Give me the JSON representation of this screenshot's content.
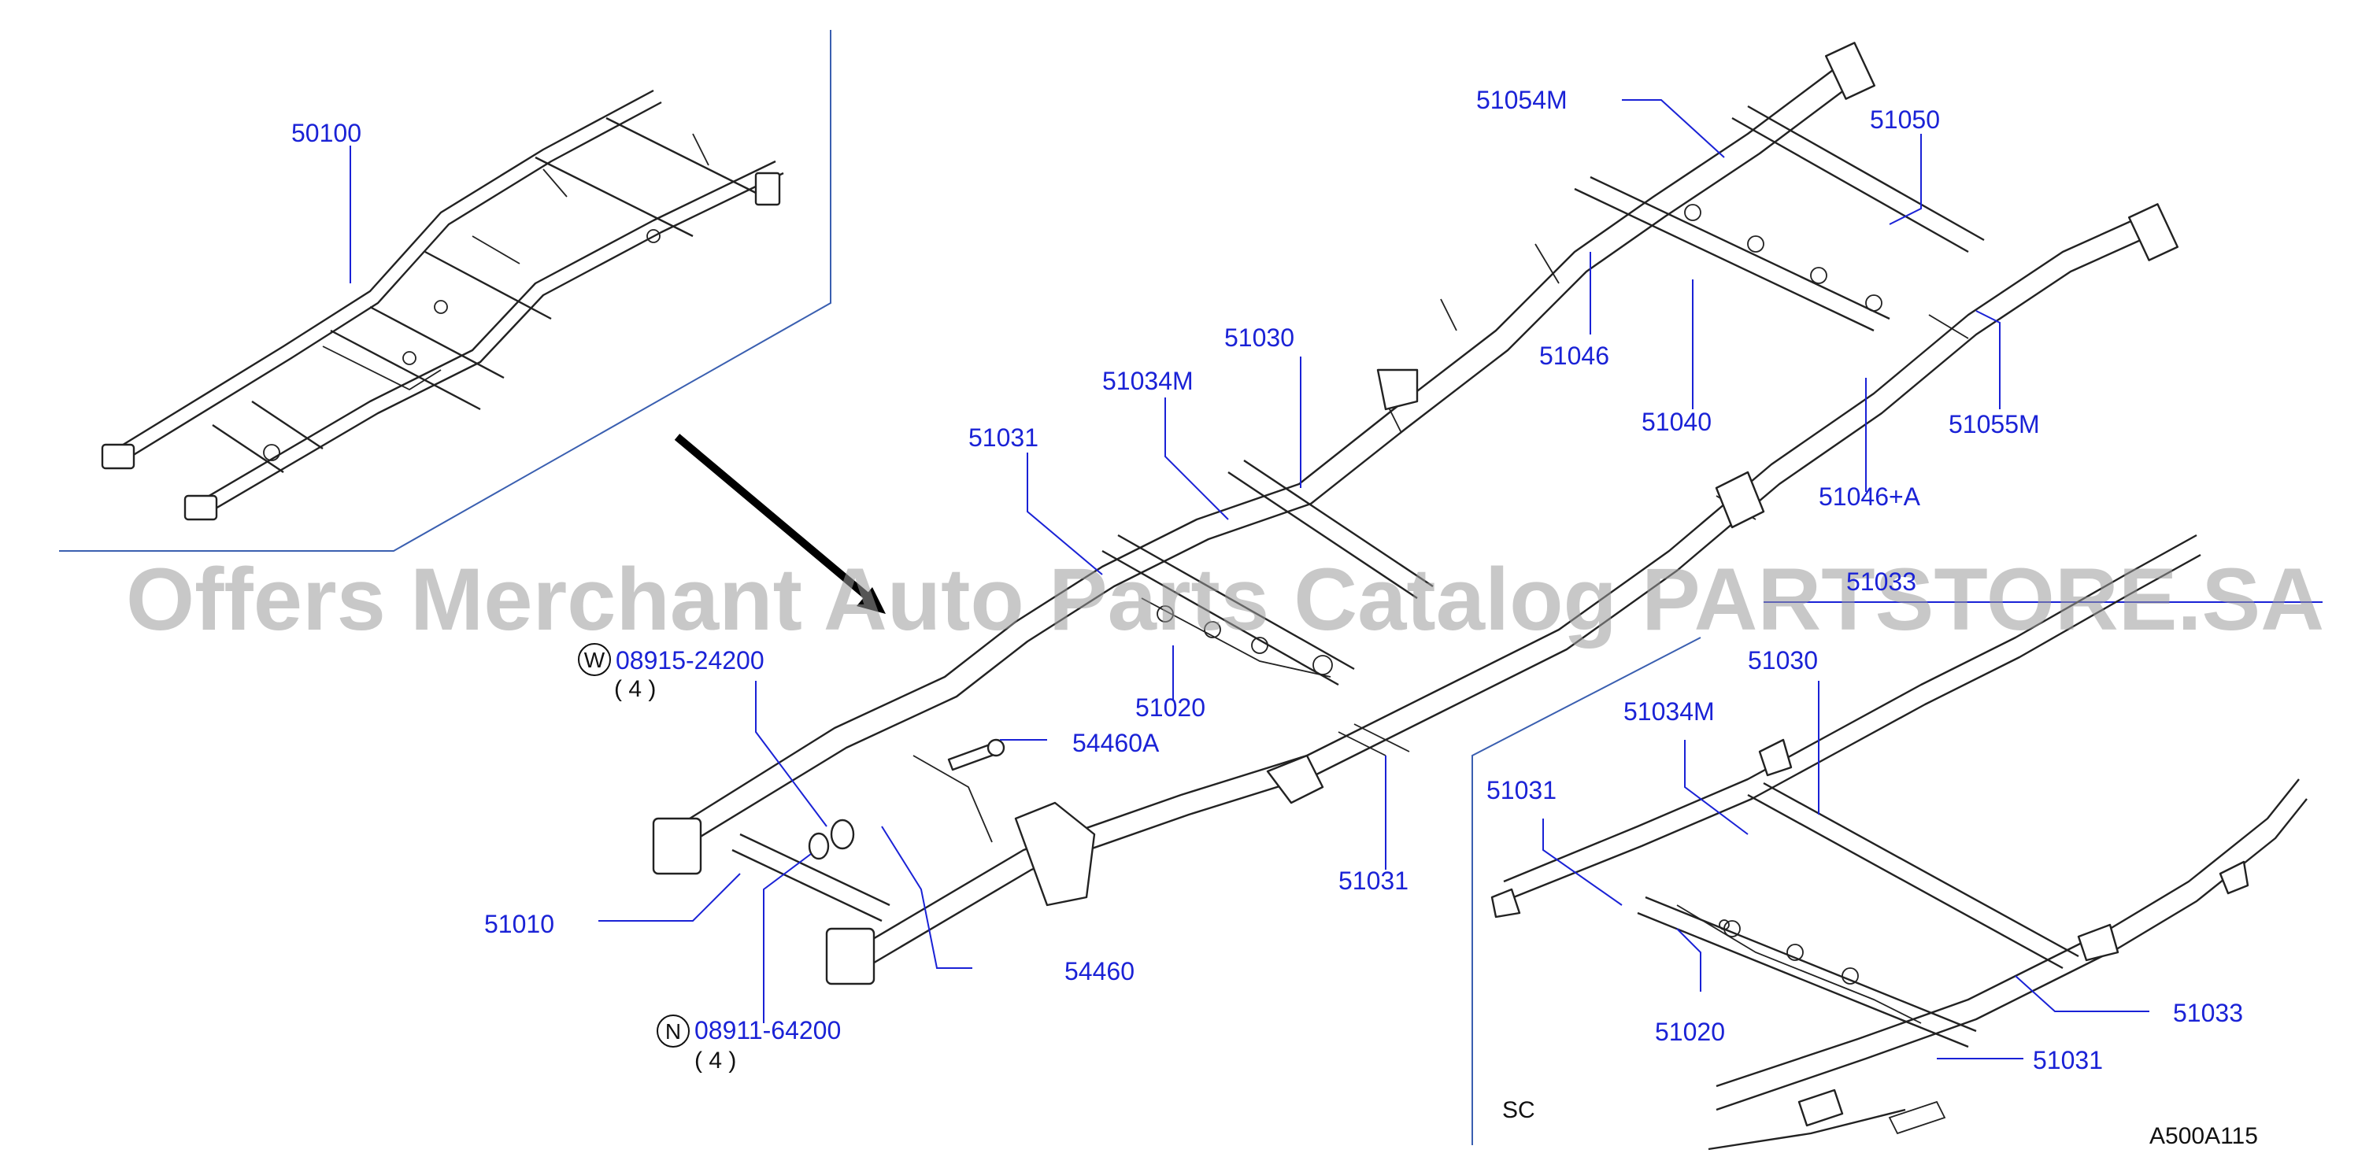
{
  "watermark": "Offers Merchant Auto Parts Catalog PARTSTORE.SA",
  "diagram_code": "A500A115",
  "variant_label": "SC",
  "labels": {
    "p50100": "50100",
    "p51054M": "51054M",
    "p51050": "51050",
    "p51030": "51030",
    "p51034M": "51034M",
    "p51046": "51046",
    "p51040": "51040",
    "p51055M": "51055M",
    "p51031_a": "51031",
    "p51046A": "51046+A",
    "p51033_partial": "51033",
    "p08915": "08915-24200",
    "p08915_qty": "( 4 )",
    "p51020": "51020",
    "p54460A": "54460A",
    "p51031_b": "51031",
    "p51010": "51010",
    "p54460": "54460",
    "p08911": "08911-64200",
    "p08911_qty": "( 4 )",
    "sc_51030": "51030",
    "sc_51034M": "51034M",
    "sc_51031_a": "51031",
    "sc_51020": "51020",
    "sc_51033": "51033",
    "sc_51031_b": "51031"
  },
  "circle_codes": {
    "w": "W",
    "n": "N"
  },
  "colors": {
    "label_blue": "#1a22d6",
    "line_dark": "#222222",
    "inset_border_blue": "#3a5fb0",
    "watermark_gray": "#9a9a9a"
  }
}
